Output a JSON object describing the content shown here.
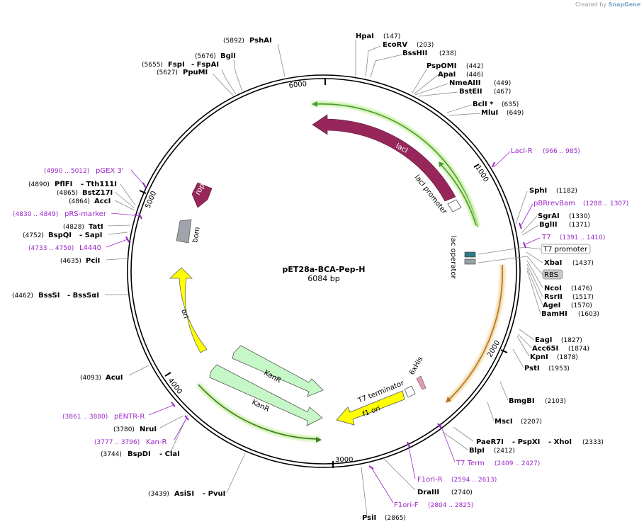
{
  "credit": {
    "prefix": "Created by",
    "brand": "SnapGene"
  },
  "plasmid": {
    "name": "pET28a-BCA-Pep-H",
    "size_label": "6084 bp"
  },
  "ticks": [
    "1000",
    "2000",
    "3000",
    "4000",
    "5000",
    "6000"
  ],
  "features": {
    "lacI": "lacI",
    "lacI_promoter": "lacI promoter",
    "lac_operator": "lac operator",
    "rop": "rop",
    "bom": "bom",
    "ori": "ori",
    "KanR_1": "KanR",
    "KanR_2": "KanR",
    "f1_ori": "f1 ori",
    "T7_terminator": "T7 terminator",
    "his": "6xHis",
    "T7_promoter_box": "T7 promoter",
    "RBS_box": "RBS"
  },
  "enzymes": {
    "PshAI": {
      "name": "PshAI",
      "pos": "(5892)"
    },
    "BglI": {
      "name": "BglI",
      "pos": "(5676)"
    },
    "FspI": {
      "name": "FspI",
      "pos": "(5655)"
    },
    "FspAI": {
      "name": "- FspAI"
    },
    "PpuMI": {
      "name": "PpuMI",
      "pos": "(5627)"
    },
    "HpaI": {
      "name": "HpaI",
      "pos": "(147)"
    },
    "EcoRV": {
      "name": "EcoRV",
      "pos": "(203)"
    },
    "BssHII": {
      "name": "BssHII",
      "pos": "(238)"
    },
    "PspOMI": {
      "name": "PspOMI",
      "pos": "(442)"
    },
    "ApaI": {
      "name": "ApaI",
      "pos": "(446)"
    },
    "NmeAIII": {
      "name": "NmeAIII",
      "pos": "(449)"
    },
    "BstEII": {
      "name": "BstEII",
      "pos": "(467)"
    },
    "BclI": {
      "name": "BclI *",
      "pos": "(635)"
    },
    "MluI": {
      "name": "MluI",
      "pos": "(649)"
    },
    "SphI": {
      "name": "SphI",
      "pos": "(1182)"
    },
    "SgrAI": {
      "name": "SgrAI",
      "pos": "(1330)"
    },
    "BglII": {
      "name": "BglII",
      "pos": "(1371)"
    },
    "XbaI": {
      "name": "XbaI",
      "pos": "(1437)"
    },
    "NcoI": {
      "name": "NcoI",
      "pos": "(1476)"
    },
    "RsrII": {
      "name": "RsrII",
      "pos": "(1517)"
    },
    "AgeI": {
      "name": "AgeI",
      "pos": "(1570)"
    },
    "BamHI": {
      "name": "BamHI",
      "pos": "(1603)"
    },
    "EagI": {
      "name": "EagI",
      "pos": "(1827)"
    },
    "Acc65I": {
      "name": "Acc65I",
      "pos": "(1874)"
    },
    "KpnI": {
      "name": "KpnI",
      "pos": "(1878)"
    },
    "PstI": {
      "name": "PstI",
      "pos": "(1953)"
    },
    "BmgBI": {
      "name": "BmgBI",
      "pos": "(2103)"
    },
    "MscI": {
      "name": "MscI",
      "pos": "(2207)"
    },
    "PaeR7I": {
      "name": "PaeR7I"
    },
    "PspXI": {
      "name": "- PspXI"
    },
    "XhoI": {
      "name": "- XhoI",
      "pos": "(2333)"
    },
    "BlpI": {
      "name": "BlpI",
      "pos": "(2412)"
    },
    "DraIII": {
      "name": "DraIII",
      "pos": "(2740)"
    },
    "PsiI": {
      "name": "PsiI",
      "pos": "(2865)"
    },
    "AsiSI": {
      "name": "AsiSI",
      "pos": "(3439)"
    },
    "PvuI": {
      "name": "- PvuI"
    },
    "BspDI": {
      "name": "BspDI",
      "pos": "(3744)"
    },
    "ClaI": {
      "name": "- ClaI"
    },
    "NruI": {
      "name": "NruI",
      "pos": "(3780)"
    },
    "AcuI": {
      "name": "AcuI",
      "pos": "(4093)"
    },
    "BssSI": {
      "name": "BssSI",
      "pos": "(4462)"
    },
    "BssSaI": {
      "name": "- BssSαI"
    },
    "PciI": {
      "name": "PciI",
      "pos": "(4635)"
    },
    "BspQI": {
      "name": "BspQI",
      "pos": "(4752)"
    },
    "SapI": {
      "name": "- SapI"
    },
    "TatI": {
      "name": "TatI",
      "pos": "(4828)"
    },
    "AccI": {
      "name": "AccI",
      "pos": "(4864)"
    },
    "BstZ17I": {
      "name": "BstZ17I",
      "pos": "(4865)"
    },
    "PflFI": {
      "name": "PflFI",
      "pos": "(4890)"
    },
    "Tth111I": {
      "name": "- Tth111I"
    }
  },
  "primers": {
    "LacI_R": {
      "name": "LacI-R",
      "range": "(966 .. 985)"
    },
    "pBRrevBam": {
      "name": "pBRrevBam",
      "range": "(1288 .. 1307)"
    },
    "T7": {
      "name": "T7",
      "range": "(1391 .. 1410)"
    },
    "T7_Term": {
      "name": "T7 Term",
      "range": "(2409 .. 2427)"
    },
    "F1ori_R": {
      "name": "F1ori-R",
      "range": "(2594 .. 2613)"
    },
    "F1ori_F": {
      "name": "F1ori-F",
      "range": "(2804 .. 2825)"
    },
    "Kan_R": {
      "name": "Kan-R",
      "range": "(3777 .. 3796)"
    },
    "pENTR_R": {
      "name": "pENTR-R",
      "range": "(3861 .. 3880)"
    },
    "L4440": {
      "name": "L4440",
      "range": "(4733 .. 4750)"
    },
    "pRS_marker": {
      "name": "pRS-marker",
      "range": "(4830 .. 4849)"
    },
    "pGEX_3": {
      "name": "pGEX 3'",
      "range": "(4990 .. 5012)"
    }
  },
  "colors": {
    "lacI": "#97275b",
    "ori": "#ffff00",
    "KanR": "#c6f7c6",
    "f1_ori": "#ffff00",
    "rop": "#97275b",
    "bom": "#a0a4aa",
    "orf_green": "#5aa83a",
    "orf_orange": "#d99a2e",
    "primer": "#9b27c9"
  }
}
